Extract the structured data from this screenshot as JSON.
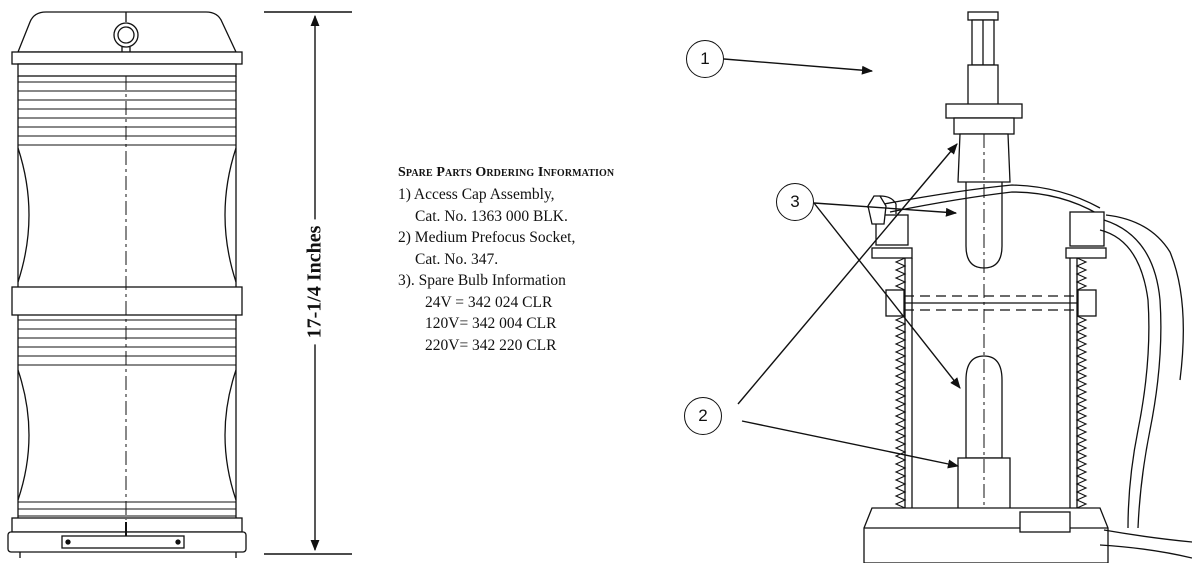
{
  "dimension": {
    "label": "17-1/4 Inches"
  },
  "spare_parts": {
    "title": "Spare Parts Ordering Information",
    "lines": [
      "1) Access Cap Assembly,",
      "Cat. No. 1363 000 BLK.",
      "2) Medium Prefocus Socket,",
      "Cat. No. 347.",
      "3). Spare Bulb Information",
      "24V =  342 024 CLR",
      "120V= 342 004 CLR",
      "220V= 342 220 CLR"
    ]
  },
  "callouts": [
    "1",
    "2",
    "3"
  ]
}
